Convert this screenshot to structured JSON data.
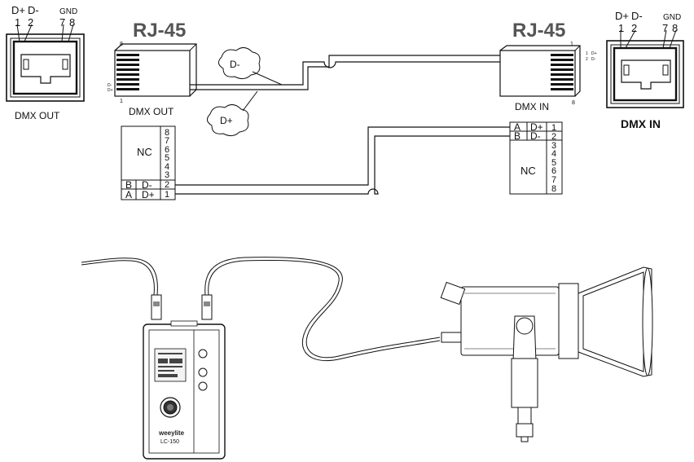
{
  "left_jack": {
    "pin_d_plus": "D+",
    "pin_d_minus": "D-",
    "pin_1": "1",
    "pin_2": "2",
    "pin_gnd": "GND",
    "pin_7": "7",
    "pin_8": "8",
    "caption": "DMX OUT"
  },
  "right_jack": {
    "pin_d_plus": "D+",
    "pin_d_minus": "D-",
    "pin_1": "1",
    "pin_2": "2",
    "pin_gnd": "GND",
    "pin_7": "7",
    "pin_8": "8",
    "caption": "DMX IN"
  },
  "left_plug": {
    "title": "RJ-45",
    "caption": "DMX OUT",
    "pin_top": "8",
    "pin_bottom": "1",
    "side_d_minus": "D-",
    "side_d_plus": "D+"
  },
  "right_plug": {
    "title": "RJ-45",
    "caption": "DMX IN",
    "pin_top": "1",
    "pin_bottom": "8",
    "side_pin_1": "1",
    "side_pin_2": "2",
    "side_d_plus": "D+",
    "side_d_minus": "D-"
  },
  "callouts": {
    "d_minus": "D-",
    "d_plus": "D+"
  },
  "left_table": {
    "nc": "NC",
    "pins_nc": [
      "8",
      "7",
      "6",
      "5",
      "4",
      "3"
    ],
    "row_b": {
      "letter": "B",
      "signal": "D-",
      "pin": "2"
    },
    "row_a": {
      "letter": "A",
      "signal": "D+",
      "pin": "1"
    }
  },
  "right_table": {
    "nc": "NC",
    "row_a": {
      "letter": "A",
      "signal": "D+",
      "pin": "1"
    },
    "row_b": {
      "letter": "B",
      "signal": "D-",
      "pin": "2"
    },
    "pins_nc": [
      "3",
      "4",
      "5",
      "6",
      "7",
      "8"
    ]
  },
  "controller": {
    "brand": "weeylite",
    "model": "LC-150"
  }
}
